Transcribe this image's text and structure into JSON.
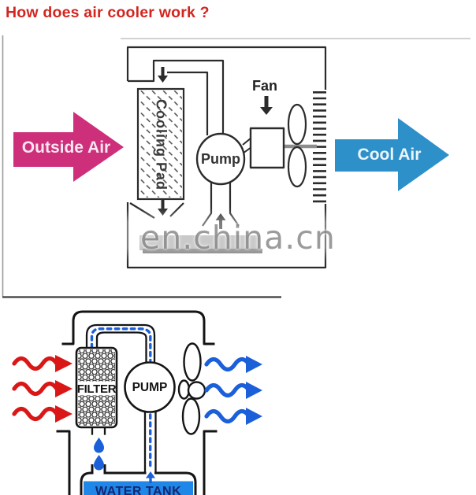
{
  "header": {
    "title": "How does air cooler work ?"
  },
  "watermark": {
    "text": "en.china.cn"
  },
  "top_diagram": {
    "outside_air": "Outside Air",
    "cool_air": "Cool Air",
    "fan": "Fan",
    "pump": "Pump",
    "cooling_pad": "Cooling Pad"
  },
  "bottom_diagram": {
    "filter": "FILTER",
    "pump": "PUMP",
    "water_tank": "WATER TANK"
  },
  "colors": {
    "title": "#d2261f",
    "line-top": "#2b2b2b",
    "pink": "#ce2f7b",
    "blue-air": "#2e90c8",
    "tray": "#a8a8a8",
    "tray-shadow": "#717171",
    "watermark": "#8a8a8a",
    "line-bottom": "#141414",
    "red": "#da1717",
    "blue-flow": "#1b5fd9",
    "water": "#1f87e8",
    "tank-text": "#15256e"
  }
}
